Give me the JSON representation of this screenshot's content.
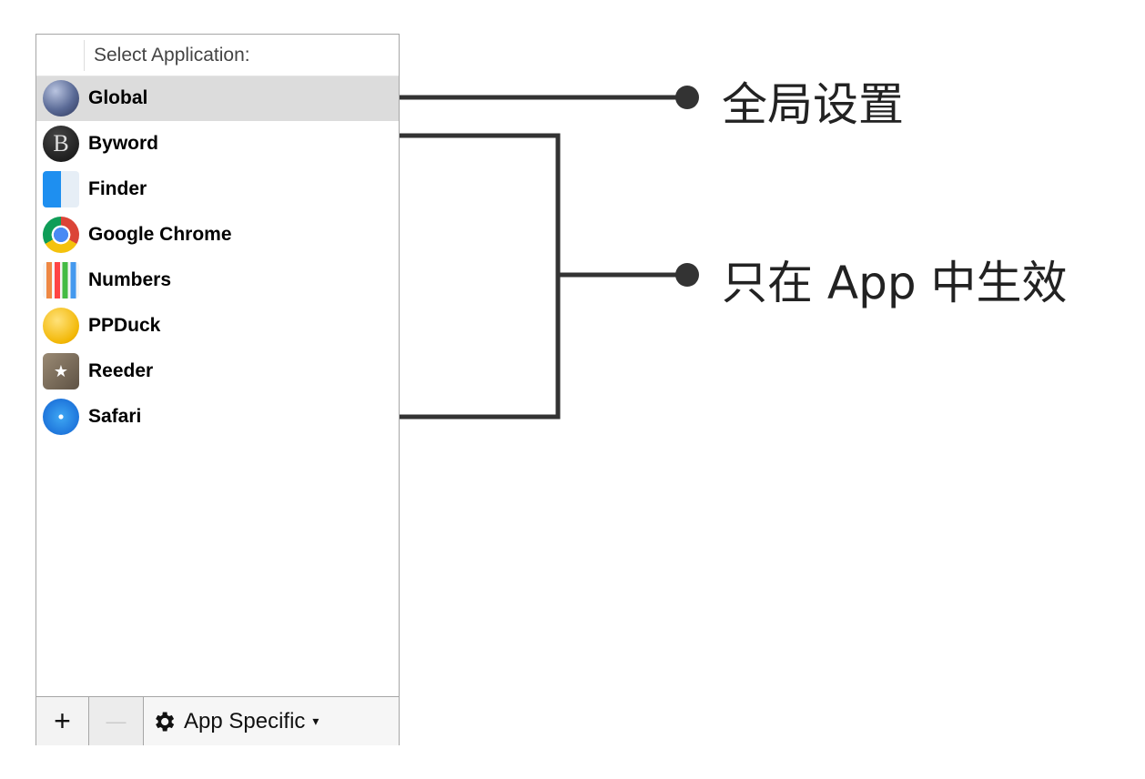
{
  "panel": {
    "header": "Select Application:",
    "apps": [
      {
        "label": "Global",
        "icon": "globe-icon",
        "selected": true
      },
      {
        "label": "Byword",
        "icon": "byword-icon"
      },
      {
        "label": "Finder",
        "icon": "finder-icon"
      },
      {
        "label": "Google Chrome",
        "icon": "chrome-icon"
      },
      {
        "label": "Numbers",
        "icon": "numbers-icon"
      },
      {
        "label": "PPDuck",
        "icon": "ppduck-icon"
      },
      {
        "label": "Reeder",
        "icon": "reeder-icon"
      },
      {
        "label": "Safari",
        "icon": "safari-icon"
      }
    ],
    "add_label": "+",
    "remove_label": "—",
    "dropdown_label": "App Specific",
    "dropdown_arrow": "▾"
  },
  "annotations": {
    "global": "全局设置",
    "app_specific": "只在 App 中生效"
  }
}
